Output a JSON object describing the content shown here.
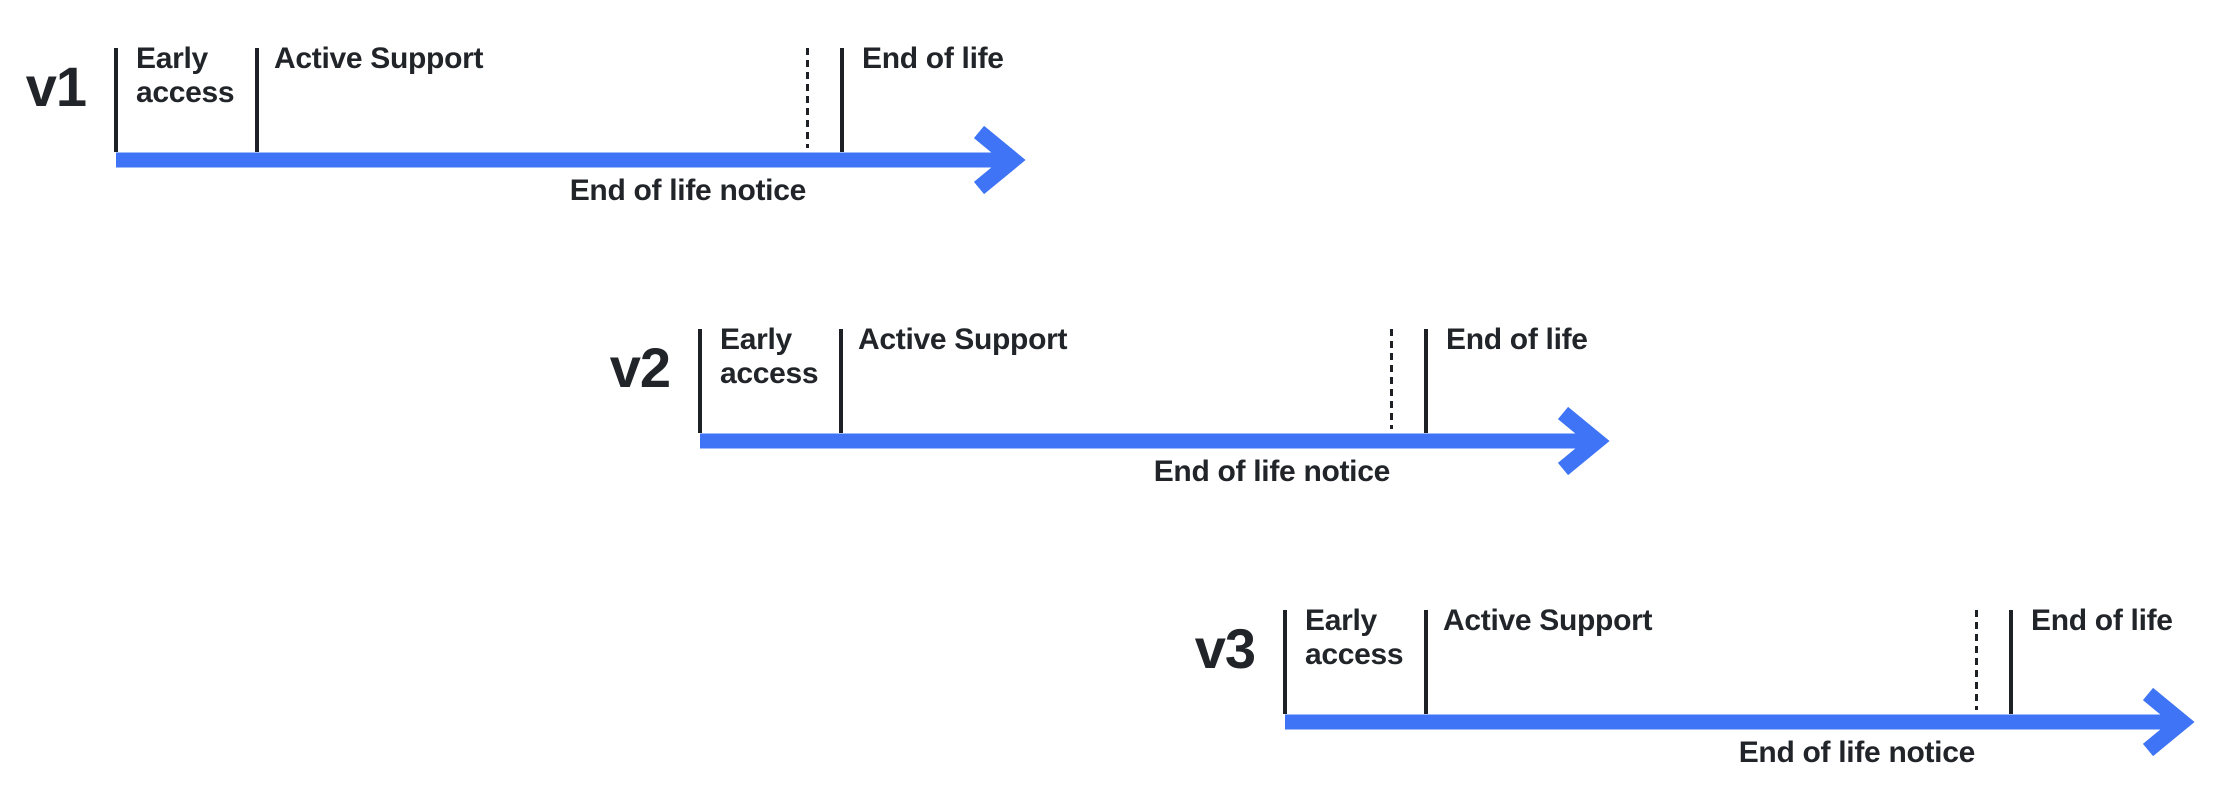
{
  "diagram": {
    "type": "version-lifecycle-timelines",
    "background_color": "#FFFFFF",
    "accent_color": "#3E74F5",
    "ink_color": "#212529"
  },
  "timelines": [
    {
      "version": "v1",
      "labels": {
        "early_access": "Early access",
        "active_support": "Active Support",
        "end_of_life": "End of life",
        "eol_notice": "End of life notice"
      }
    },
    {
      "version": "v2",
      "labels": {
        "early_access": "Early access",
        "active_support": "Active Support",
        "end_of_life": "End of life",
        "eol_notice": "End of life notice"
      }
    },
    {
      "version": "v3",
      "labels": {
        "early_access": "Early access",
        "active_support": "Active Support",
        "end_of_life": "End of life",
        "eol_notice": "End of life notice"
      }
    }
  ]
}
